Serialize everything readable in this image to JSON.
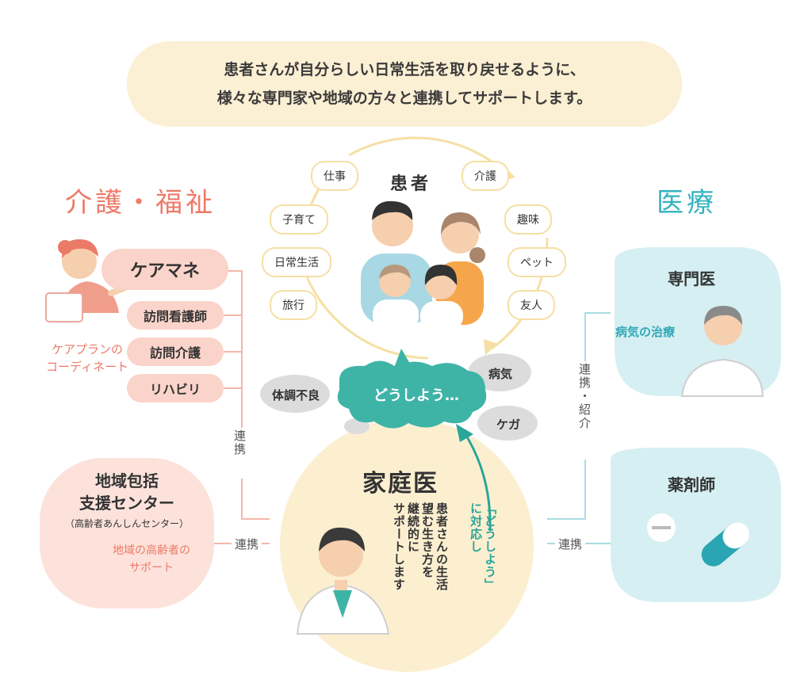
{
  "banner": {
    "line1": "患者さんが自分らしい日常生活を取り戻せるように、",
    "line2": "様々な専門家や地域の方々と連携してサポートします。"
  },
  "care": {
    "title": "介護・福祉",
    "caremane": "ケアマネ",
    "items": [
      "訪問看護師",
      "訪問介護",
      "リハビリ"
    ],
    "note_line1": "ケアプランの",
    "note_line2": "コーディネート"
  },
  "medical": {
    "title": "医療",
    "specialist": {
      "title": "専門医",
      "note": "病気の治療"
    },
    "pharmacist": {
      "title": "薬剤師"
    }
  },
  "patient": {
    "title": "患者",
    "ring": [
      "仕事",
      "介護",
      "子育て",
      "趣味",
      "日常生活",
      "ペット",
      "旅行",
      "友人"
    ]
  },
  "worries": {
    "center": "どうしよう…",
    "items": [
      "体調不良",
      "病気",
      "ケガ"
    ]
  },
  "family_doctor": {
    "title": "家庭医",
    "desc_lines": [
      "患者さんの生活",
      "望む生き方を",
      "継続的に",
      "サポートします"
    ],
    "douyo_lines": [
      "「どうしよう」",
      "に対応し"
    ]
  },
  "community_center": {
    "title_line1": "地域包括",
    "title_line2": "支援センター",
    "subtitle": "（高齢者あんしんセンター）",
    "note_line1": "地域の高齢者の",
    "note_line2": "サポート"
  },
  "links": {
    "care_vertical": "連携",
    "community": "連携",
    "specialist_vertical": "連携・紹介",
    "pharmacist": "連携"
  },
  "colors": {
    "care": "#ec7a68",
    "medical": "#33b3c0",
    "teal": "#2aa59a",
    "banner": "#fbefd4",
    "pink": "#fad4ca",
    "cream": "#fcefd0"
  }
}
